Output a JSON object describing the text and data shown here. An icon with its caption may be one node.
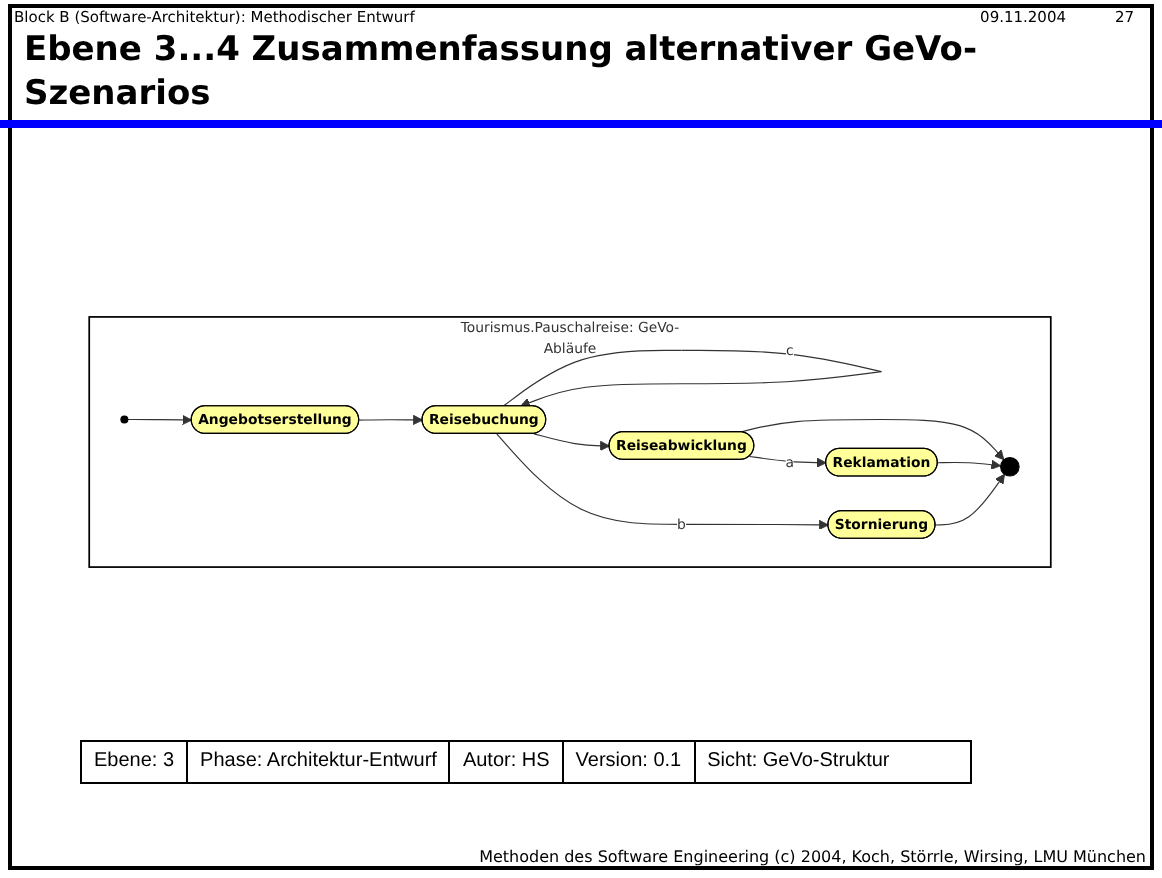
{
  "diagram": {
    "title": "Ebene 3...4 Zusammenfassung alternativer GeVo-Szenarios",
    "nodes": [
      {
        "text": [
          "Tourismus.Pauschalreise: GeVo-Abläufe"
        ]
      },
      {
        "text": [],
        "shape": "circle",
        "in": 0
      },
      {
        "text": [
          "Angebotserstellung"
        ],
        "in": 0
      },
      {
        "text": [
          "Reisebuchung"
        ],
        "in": 0
      },
      {
        "text": [
          "Reiseabwicklung"
        ],
        "in": 0
      },
      {
        "text": [
          "Stornierung"
        ],
        "in": 0
      },
      {
        "text": [
          "Reklamation"
        ],
        "in": 0
      },
      {
        "text": [],
        "shape": "circle",
        "in": 0
      }
    ],
    "edges": [
      {
        "from": 1,
        "to": 2,
        "arrow": "to"
      },
      {
        "from": 2,
        "to": 3,
        "arrow": "to"
      },
      {
        "from": 3,
        "to": 3,
        "arrow": "to",
        "label": "c"
      },
      {
        "from": 3,
        "to": 4,
        "arrow": "to"
      },
      {
        "from": 3,
        "to": 5,
        "arrow": "to",
        "label": "b"
      },
      {
        "from": 4,
        "to": 6,
        "arrow": "to",
        "label": "a"
      },
      {
        "from": 4,
        "to": 7,
        "arrow": "to"
      },
      {
        "from": 6,
        "to": 7,
        "arrow": "to"
      },
      {
        "from": 5,
        "to": 7,
        "arrow": "to"
      }
    ],
    "labels": [
      "Block B (Software-Architektur): Methodischer Entwurf",
      "09.11.2004",
      "27",
      "Ebene: 3",
      "Phase: Architektur-Entwurf",
      "Autor: HS",
      "Version: 0.1",
      "Sicht: GeVo-Struktur",
      "Methoden des Software Engineering (c) 2004, Koch, Störrle, Wirsing, LMU München"
    ]
  }
}
